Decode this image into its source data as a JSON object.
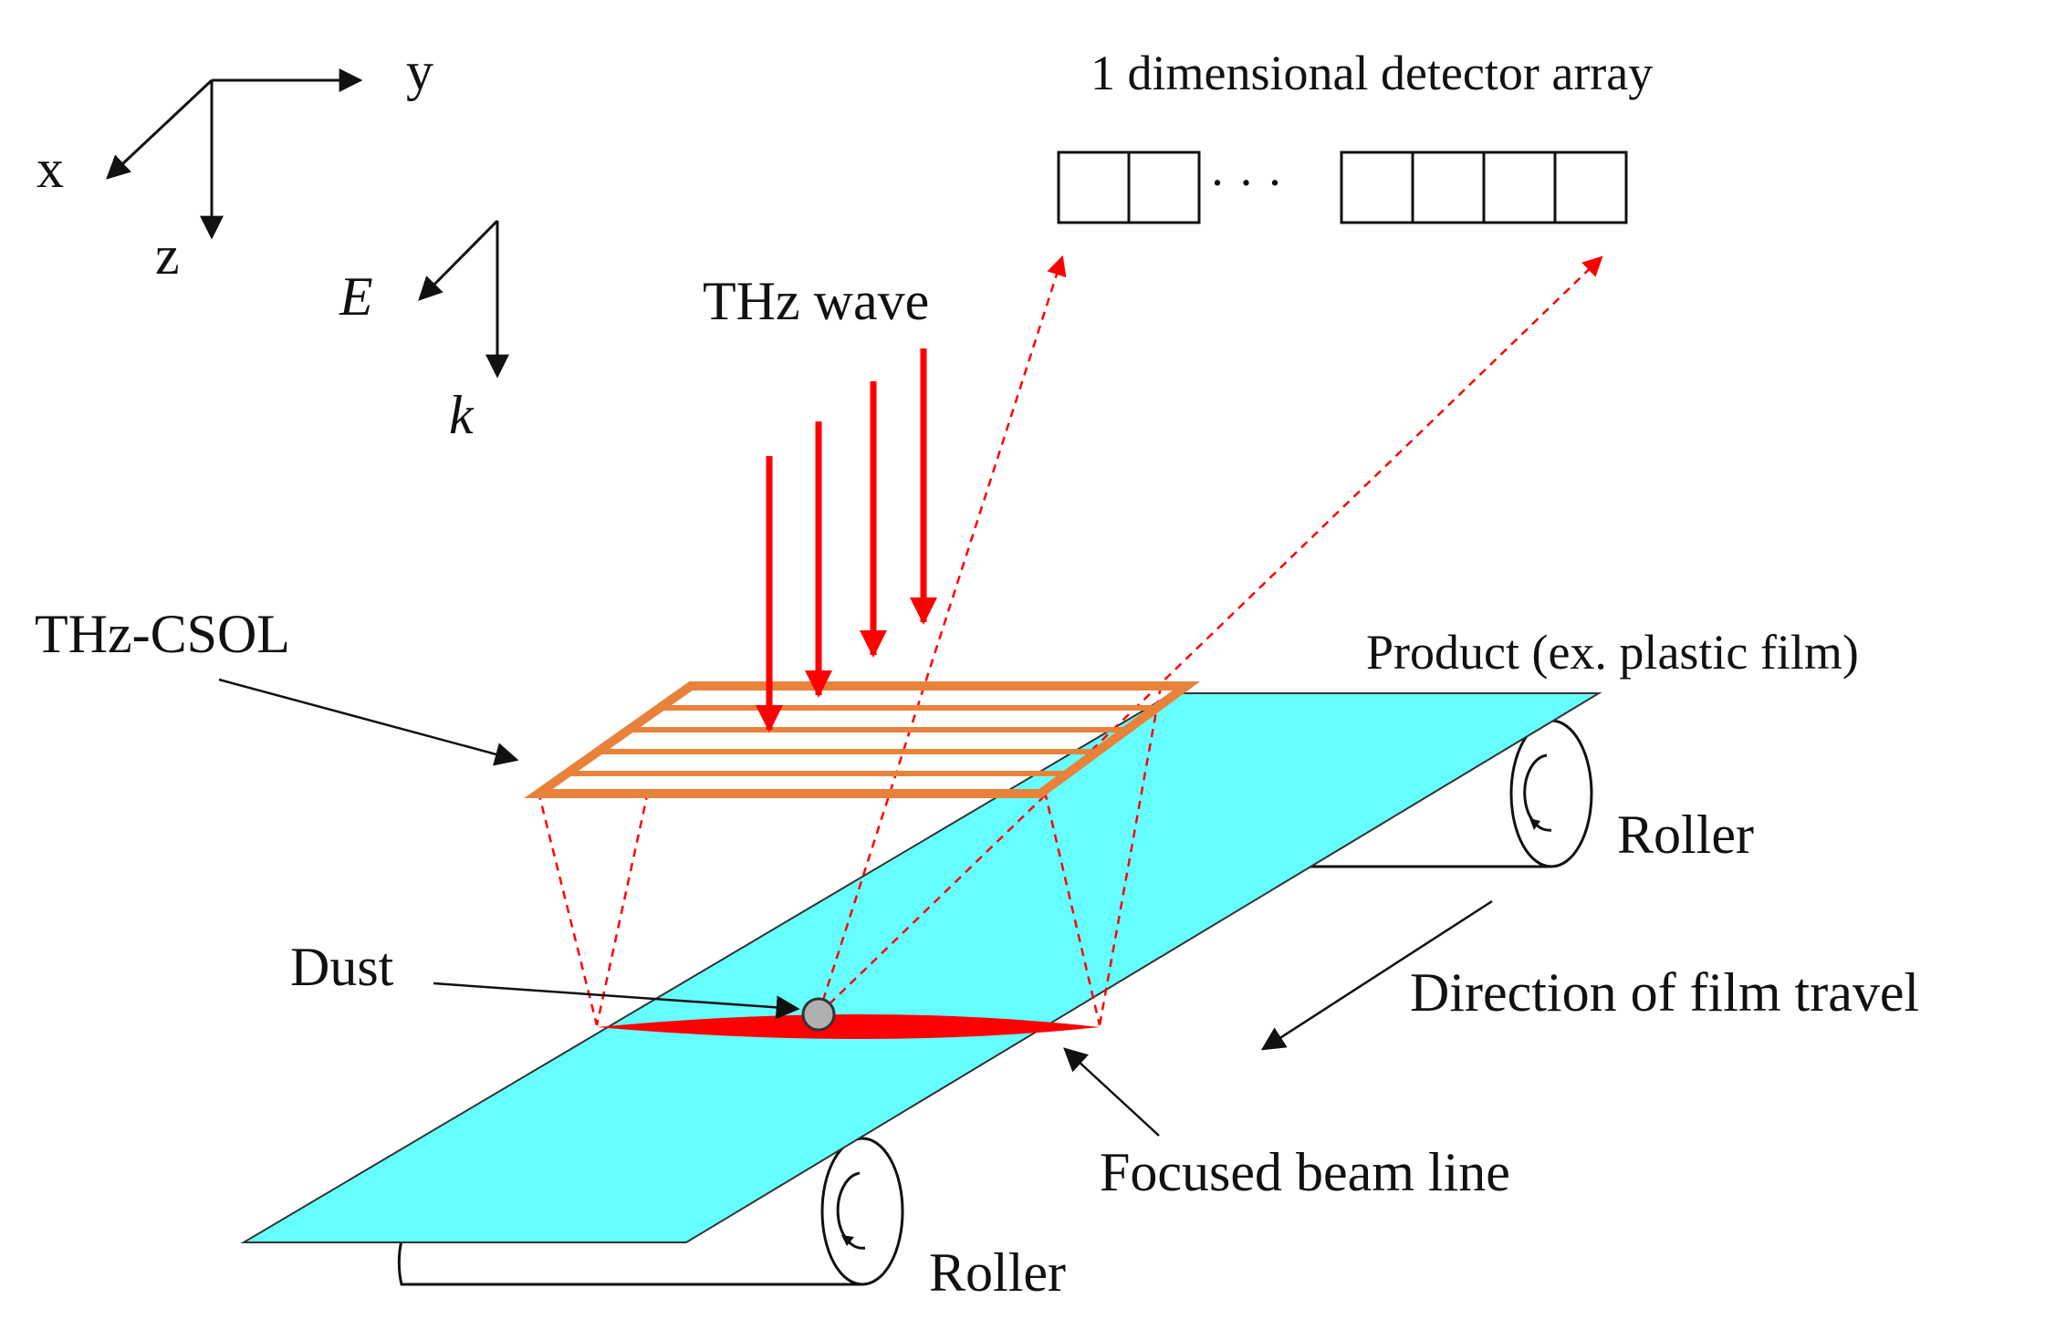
{
  "labels": {
    "axis_x": "x",
    "axis_y": "y",
    "axis_z": "z",
    "field_E": "E",
    "field_k": "k",
    "detector_array": "1 dimensional detector array",
    "detector_ellipsis": "· · ·",
    "thz_wave": "THz wave",
    "thz_csol": "THz-CSOL",
    "product": "Product (ex. plastic film)",
    "roller_top": "Roller",
    "roller_bottom": "Roller",
    "dust": "Dust",
    "direction": "Direction of film travel",
    "focused_beam": "Focused beam line"
  },
  "colors": {
    "film": "#66ffff",
    "beam": "#ff0000",
    "csol": "#e8823a",
    "dust": "#b0b0b0",
    "ink": "#111111"
  }
}
